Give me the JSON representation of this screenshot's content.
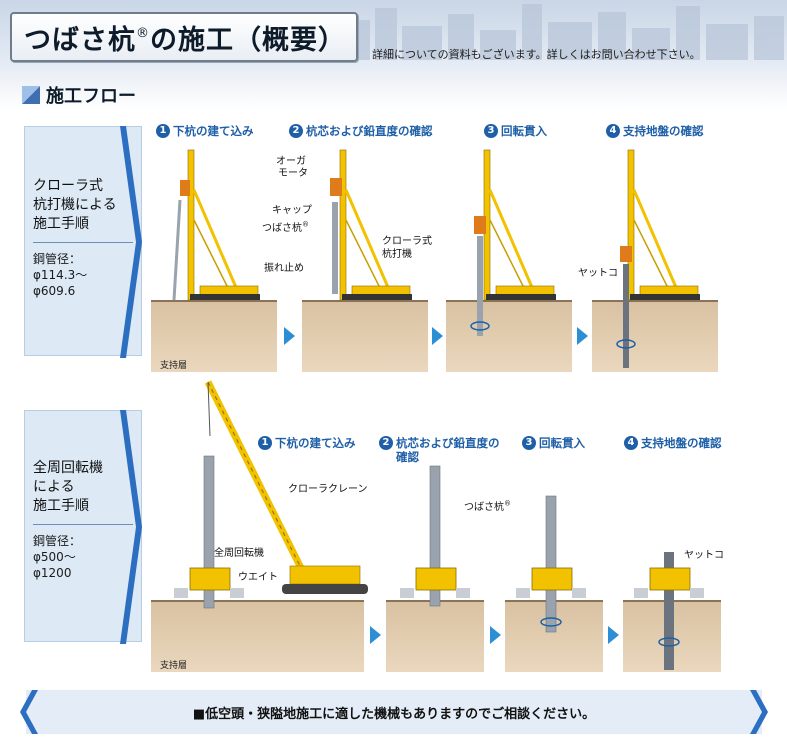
{
  "header": {
    "title": "つばさ杭",
    "title_mark": "®",
    "title_suffix": "の施工（概要）",
    "note": "詳細についての資料もございます。詳しくはお問い合わせ下さい。"
  },
  "section": {
    "title": "施工フロー"
  },
  "methods": [
    {
      "title_lines": [
        "クローラ式",
        "杭打機による",
        "施工手順"
      ],
      "diameter_label": "鋼管径：",
      "range_lines": [
        "φ114.3～",
        "φ609.6"
      ],
      "steps": [
        {
          "num": "1",
          "label": "下杭の建て込み"
        },
        {
          "num": "2",
          "label": "杭芯および鉛直度の確認"
        },
        {
          "num": "3",
          "label": "回転貫入"
        },
        {
          "num": "4",
          "label": "支持地盤の確認"
        }
      ],
      "callouts": {
        "auger_line1": "オーガ",
        "auger_line2": "モータ",
        "cap": "キャップ",
        "pile": "つばさ杭",
        "pile_mark": "®",
        "machine_line1": "クローラ式",
        "machine_line2": "杭打機",
        "steady": "振れ止め",
        "yattoko": "ヤットコ"
      },
      "support_layer": "支持層"
    },
    {
      "title_lines": [
        "全周回転機",
        "による",
        "施工手順"
      ],
      "diameter_label": "鋼管径：",
      "range_lines": [
        "φ500～",
        "φ1200"
      ],
      "steps": [
        {
          "num": "1",
          "label": "下杭の建て込み"
        },
        {
          "num": "2",
          "label_lines": [
            "杭芯および鉛直度の",
            "確認"
          ]
        },
        {
          "num": "3",
          "label": "回転貫入"
        },
        {
          "num": "4",
          "label": "支持地盤の確認"
        }
      ],
      "callouts": {
        "crane": "クローラクレーン",
        "rotator": "全周回転機",
        "weight": "ウエイト",
        "pile": "つばさ杭",
        "pile_mark": "®",
        "yattoko": "ヤットコ"
      },
      "support_layer": "支持層"
    }
  ],
  "footer": {
    "text": "■低空頭・狭隘地施工に適した機械もありますのでご相談ください。"
  },
  "colors": {
    "accent": "#1e5fa8",
    "arrow": "#2c8fd6",
    "machine": "#f2c200",
    "pile": "#9aa3ad",
    "ground": "#e3cdaf"
  }
}
